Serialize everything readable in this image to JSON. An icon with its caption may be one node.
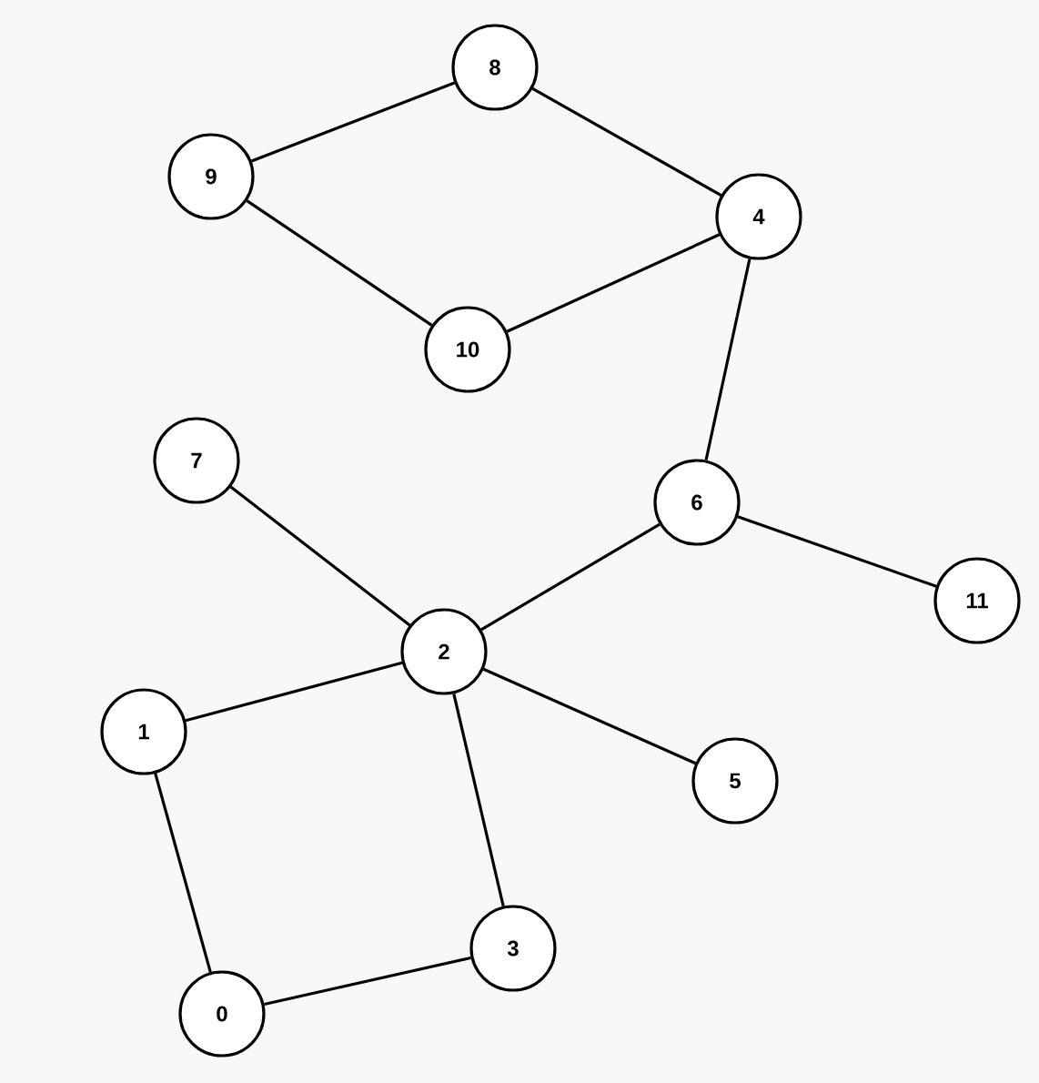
{
  "diagram": {
    "nodes": [
      {
        "text": [
          "0"
        ]
      },
      {
        "text": [
          "1"
        ]
      },
      {
        "text": [
          "2"
        ]
      },
      {
        "text": [
          "3"
        ]
      },
      {
        "text": [
          "4"
        ]
      },
      {
        "text": [
          "5"
        ]
      },
      {
        "text": [
          "6"
        ]
      },
      {
        "text": [
          "7"
        ]
      },
      {
        "text": [
          "8"
        ]
      },
      {
        "text": [
          "9"
        ]
      },
      {
        "text": [
          "10"
        ]
      },
      {
        "text": [
          "11"
        ]
      }
    ],
    "edges": [
      {
        "from": 8,
        "to": 9,
        "arrow": "none"
      },
      {
        "from": 8,
        "to": 4,
        "arrow": "none"
      },
      {
        "from": 9,
        "to": 10,
        "arrow": "none"
      },
      {
        "from": 10,
        "to": 4,
        "arrow": "none"
      },
      {
        "from": 4,
        "to": 6,
        "arrow": "none"
      },
      {
        "from": 6,
        "to": 11,
        "arrow": "none"
      },
      {
        "from": 6,
        "to": 2,
        "arrow": "none"
      },
      {
        "from": 7,
        "to": 2,
        "arrow": "none"
      },
      {
        "from": 2,
        "to": 1,
        "arrow": "none"
      },
      {
        "from": 2,
        "to": 5,
        "arrow": "none"
      },
      {
        "from": 2,
        "to": 3,
        "arrow": "none"
      },
      {
        "from": 1,
        "to": 0,
        "arrow": "none"
      },
      {
        "from": 0,
        "to": 3,
        "arrow": "none"
      }
    ]
  }
}
